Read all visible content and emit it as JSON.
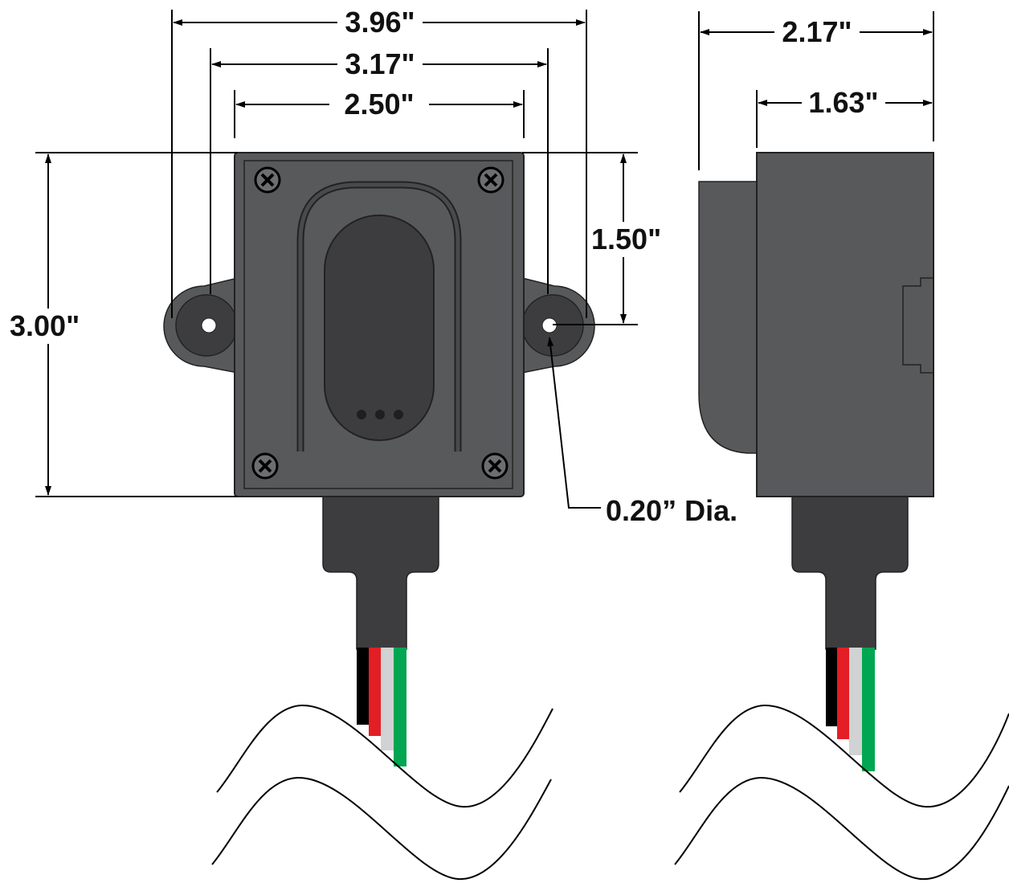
{
  "dimensions": {
    "overall_width": "3.96\"",
    "hole_spacing": "3.17\"",
    "body_width": "2.50\"",
    "height": "3.00\"",
    "hole_offset": "1.50\"",
    "side_depth": "2.17\"",
    "side_body_depth": "1.63\"",
    "hole_diameter": "0.20” Dia."
  },
  "colors": {
    "body": "#58595b",
    "body_dark": "#3d3d3f",
    "wire_black": "#000000",
    "wire_red": "#e31e24",
    "wire_white": "#d0d2d3",
    "wire_green": "#00a651"
  },
  "views": [
    "front-view",
    "side-view"
  ]
}
